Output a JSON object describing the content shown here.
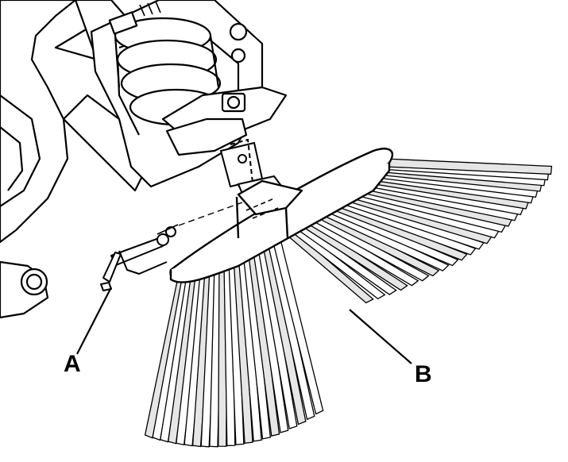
{
  "callouts": {
    "a": "A",
    "b": "B"
  },
  "parts": {
    "a": "pin-clip",
    "b": "side-broom-brush"
  },
  "colors": {
    "line": "#000000",
    "fill": "#ffffff",
    "shade": "#d9d9d9",
    "dark": "#1a1a1a"
  },
  "icons": {
    "a": "pin-icon",
    "b": "brush-icon"
  }
}
